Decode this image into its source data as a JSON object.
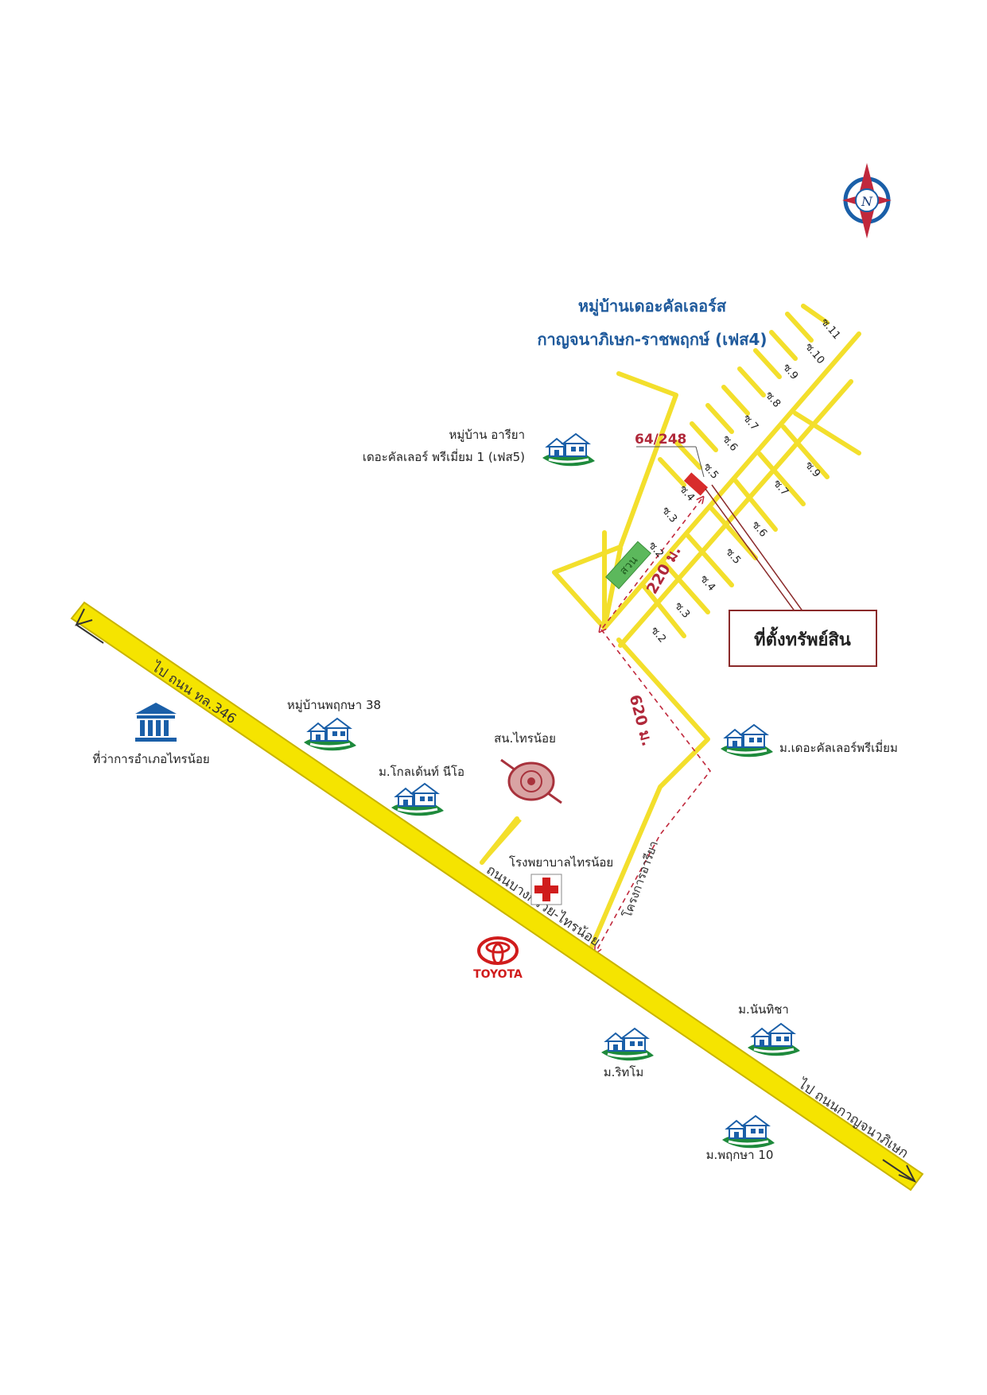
{
  "map": {
    "project_title_line1": "หมู่บ้านเดอะคัลเลอร์ส",
    "project_title_line2": "กาญจนาภิเษก-ราชพฤกษ์ (เฟส4)",
    "plot_number": "64/248",
    "property_location_label": "ที่ตั้งทรัพย์สิน",
    "park_label": "สวน",
    "distance_1": "220 ม.",
    "distance_2": "620 ม.",
    "main_road_label": "ถนนบางกรวย-ไทรน้อย",
    "to_route_346": "ไป ถนน ทล.346",
    "to_kanchanaphisek": "ไป ถนนกาญจนาภิเษก",
    "project_road_label": "โครงการอารียา",
    "compass_letter": "N",
    "toyota_label": "TOYOTA",
    "landmarks": {
      "areeya_line1": "หมู่บ้าน อารียา",
      "areeya_line2": "เดอะคัลเลอร์ พรีเมี่ยม 1 (เฟส5)",
      "pruksa38": "หมู่บ้านพฤกษา 38",
      "district_office": "ที่ว่าการอำเภอไทรน้อย",
      "golden_neo": "ม.โกลเด้นท์ นีโอ",
      "police_station": "สน.ไทรน้อย",
      "hospital": "โรงพยาบาลไทรน้อย",
      "colors_premium": "ม.เดอะคัลเลอร์พรีเมี่ยม",
      "nanthicha": "ม.นันทิชา",
      "ritomo": "ม.ริทโม",
      "pruksa10": "ม.พฤกษา 10"
    },
    "upper_sois": [
      "ซ.2",
      "ซ.3",
      "ซ.4",
      "ซ.5",
      "ซ.6",
      "ซ.7",
      "ซ.8",
      "ซ.9",
      "ซ.10",
      "ซ.11"
    ],
    "lower_sois": [
      "ซ.2",
      "ซ.3",
      "ซ.4",
      "ซ.5",
      "ซ.6",
      "ซ.7",
      "ซ.9"
    ]
  },
  "colors": {
    "road_fill": "#f5e400",
    "road_stroke": "#c9b400",
    "road_thin": "#f3df2c",
    "route_red": "#c0283c",
    "park_green": "#5cb85c",
    "title_blue": "#1f5a9c"
  },
  "icons": [
    "house-village-icon",
    "government-building-icon",
    "hospital-cross-icon",
    "police-seal-icon",
    "toyota-logo-icon",
    "compass-north-icon"
  ]
}
